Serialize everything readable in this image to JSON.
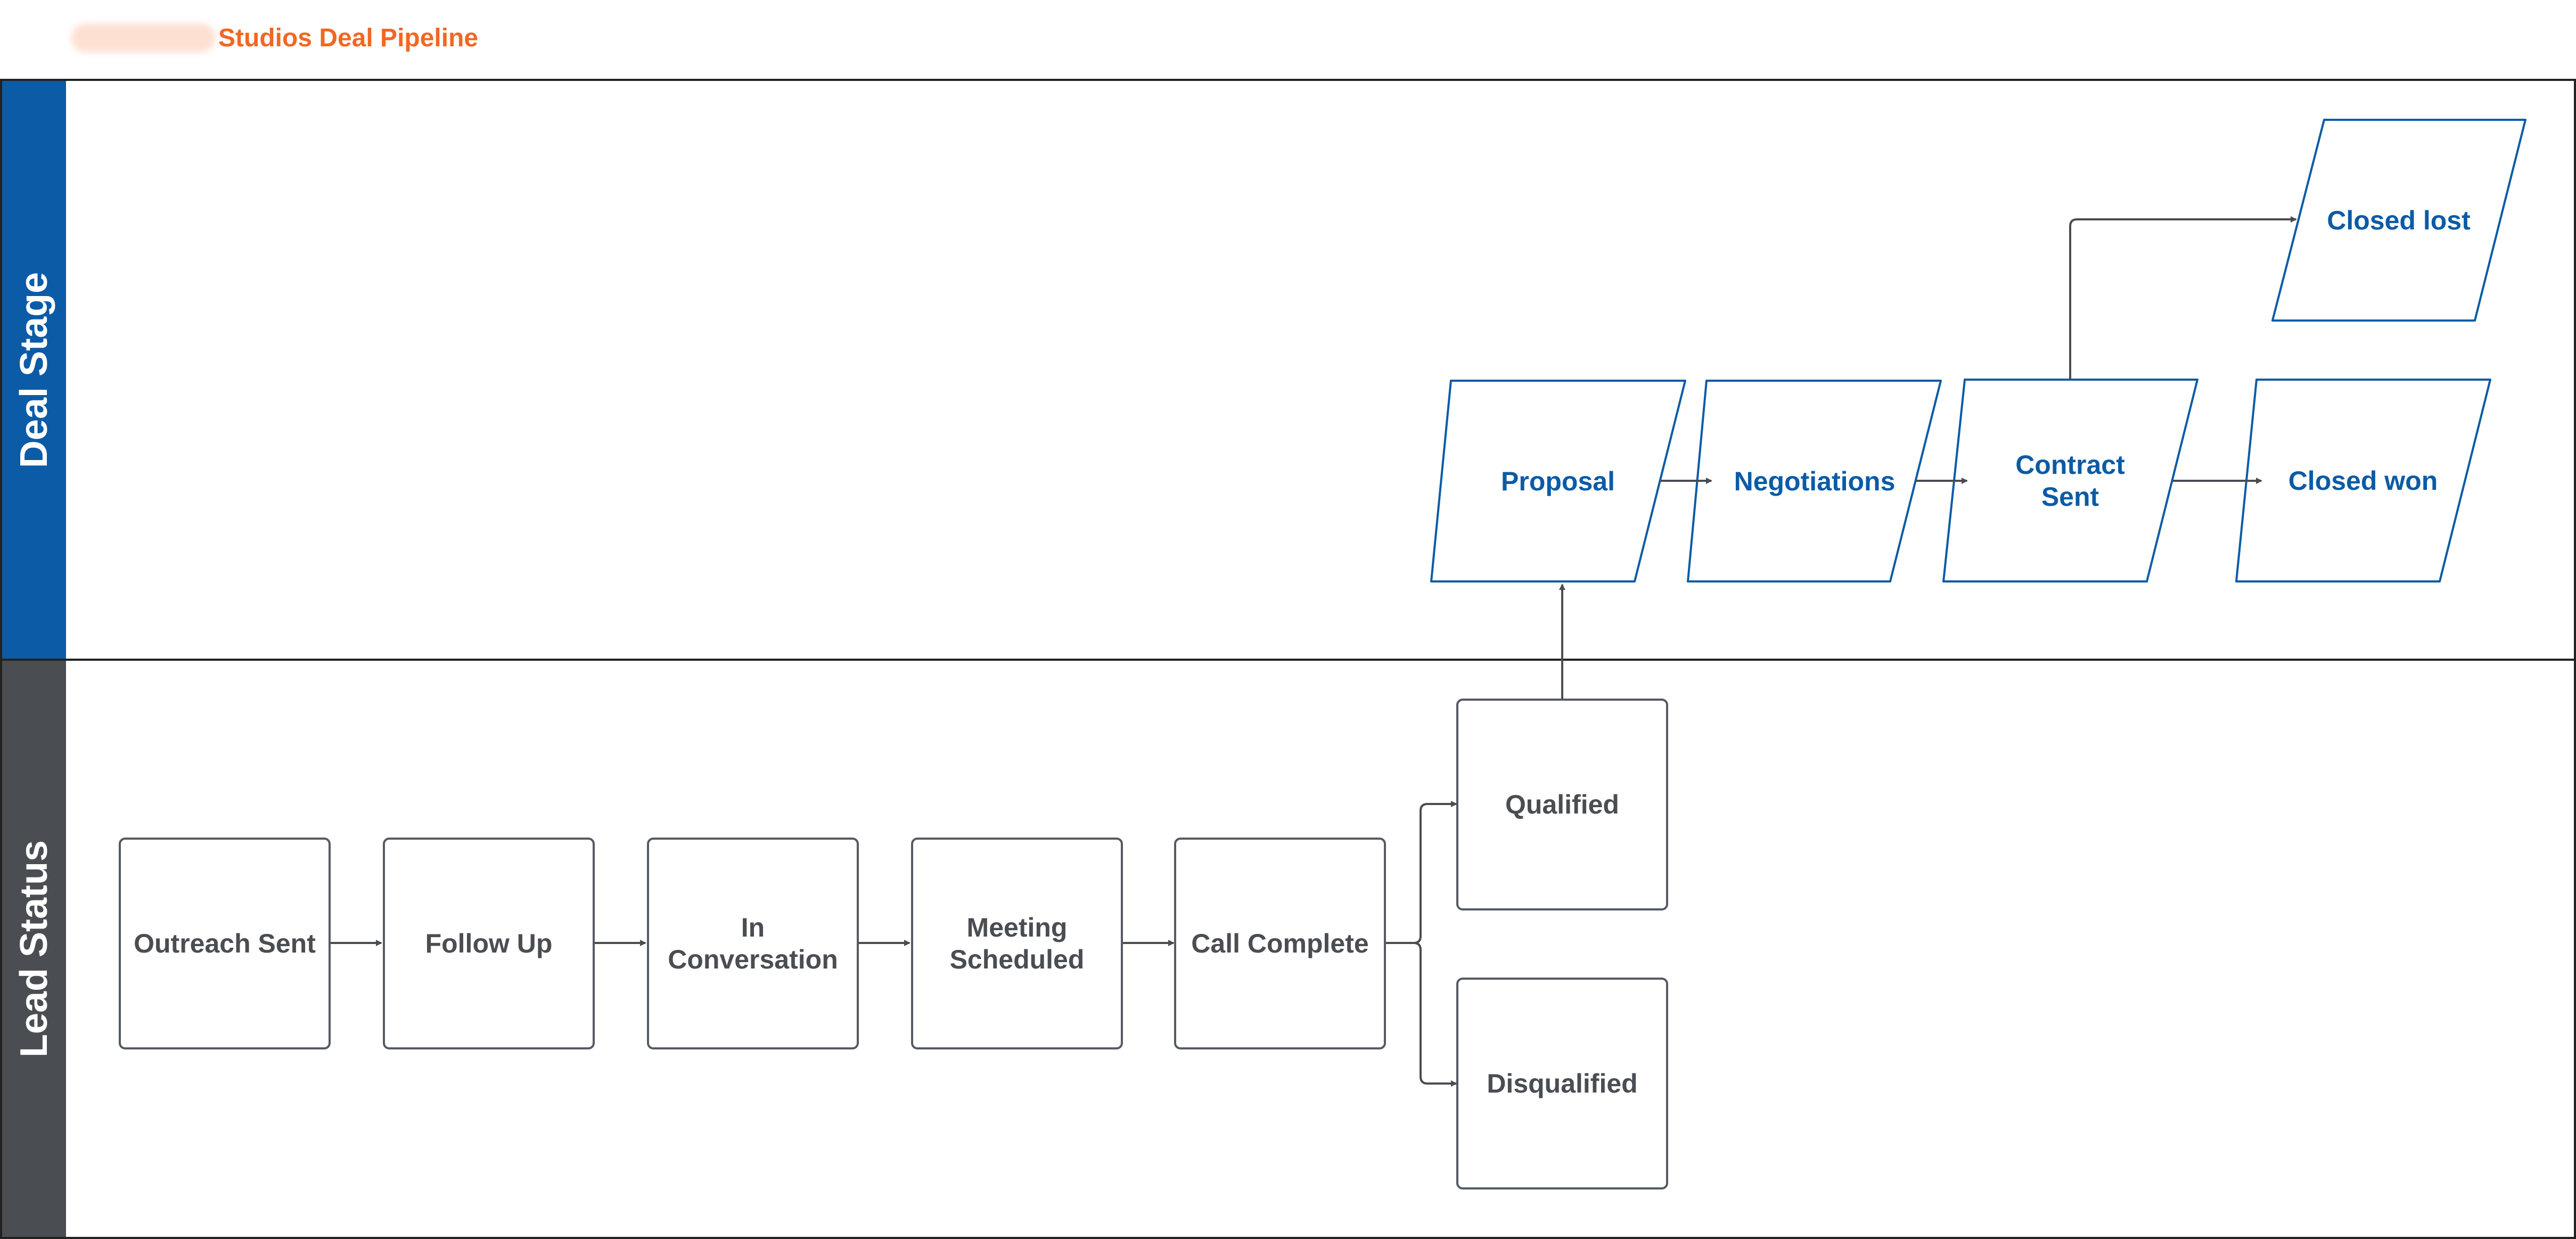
{
  "title": "Studios Deal Pipeline",
  "colors": {
    "title": "#f26722",
    "deal_lane": "#0b5ba6",
    "lead_lane": "#4a4d52",
    "deal_node": "#0b5ba6",
    "lead_node": "#4a4d52"
  },
  "lanes": {
    "deal": "Deal Stage",
    "lead": "Lead Status"
  },
  "lead_nodes": {
    "outreach_sent": "Outreach Sent",
    "follow_up": "Follow Up",
    "in_conversation": "In Conversation",
    "meeting_scheduled": "Meeting Scheduled",
    "call_complete": "Call Complete",
    "qualified": "Qualified",
    "disqualified": "Disqualified"
  },
  "deal_nodes": {
    "proposal": "Proposal",
    "negotiations": "Negotiations",
    "contract_sent": "Contract Sent",
    "closed_won": "Closed won",
    "closed_lost": "Closed lost"
  }
}
